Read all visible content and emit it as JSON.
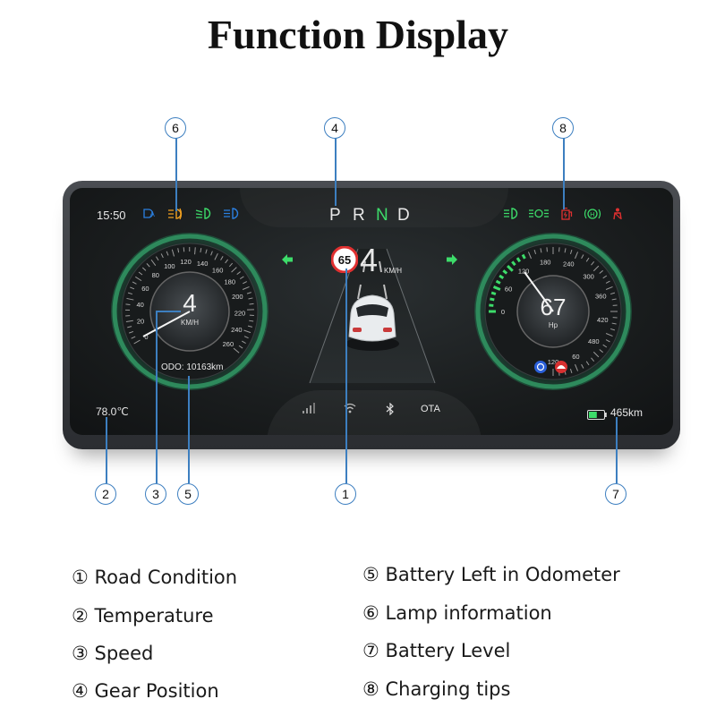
{
  "title": "Function Display",
  "dashboard": {
    "time": "15:50",
    "temperature": "78.0℃",
    "range": "465km",
    "gears": [
      "P",
      "R",
      "N",
      "D"
    ],
    "active_gear": "N",
    "speed_limit": "65",
    "center_speed": "4",
    "center_speed_unit": "KM/H",
    "left_gauge": {
      "value": "4",
      "unit": "KM/H",
      "ticks": [
        "0",
        "20",
        "40",
        "60",
        "80",
        "100",
        "120",
        "140",
        "160",
        "180",
        "200",
        "220",
        "240",
        "260"
      ],
      "odometer": "ODO: 10163km"
    },
    "right_gauge": {
      "value": "67",
      "unit": "Hp",
      "ticks": [
        "0",
        "60",
        "120",
        "180",
        "240",
        "300",
        "360",
        "420",
        "480",
        "60",
        "120"
      ],
      "level": 0.25
    },
    "ota_label": "OTA",
    "battery_level": 0.55,
    "left_indicators": [
      "auto-headlight-icon",
      "fog-light-icon",
      "low-beam-icon",
      "high-beam-icon"
    ],
    "right_indicators": [
      "parking-light-icon",
      "side-light-icon",
      "charging-icon",
      "brake-hold-icon",
      "seatbelt-icon"
    ],
    "colors": {
      "accent_green": "#3ddc6a",
      "warning_orange": "#f0a020",
      "alert_red": "#e03030",
      "info_blue": "#2a7fe0",
      "callout_blue": "#3d7fc0"
    }
  },
  "markers": [
    "1",
    "2",
    "3",
    "4",
    "5",
    "6",
    "7",
    "8"
  ],
  "legend": [
    "① Road Condition",
    "② Temperature",
    "③ Speed",
    "④ Gear Position",
    "⑤ Battery Left in Odometer",
    "⑥ Lamp information",
    "⑦ Battery Level",
    "⑧ Charging tips"
  ]
}
